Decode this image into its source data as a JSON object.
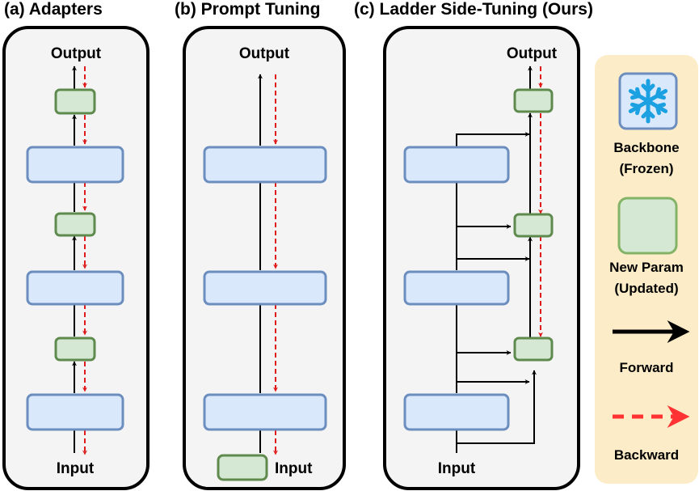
{
  "panels": {
    "adapters": {
      "title": "(a) Adapters",
      "output": "Output",
      "input": "Input"
    },
    "prompt": {
      "title": "(b) Prompt Tuning",
      "output": "Output",
      "input": "Input"
    },
    "ladder": {
      "title": "(c) Ladder Side-Tuning (Ours)",
      "output": "Output",
      "input": "Input"
    }
  },
  "legend": {
    "backbone_line1": "Backbone",
    "backbone_line2": "(Frozen)",
    "newparam_line1": "New Param",
    "newparam_line2": "(Updated)",
    "forward": "Forward",
    "backward": "Backward",
    "snowflake_icon": "snowflake-icon"
  },
  "colors": {
    "panel_bg": "#f4f4f4",
    "legend_bg": "#fdecc8",
    "backbone_fill": "#dae8fc",
    "backbone_stroke": "#6c8ebf",
    "param_fill": "#d5e8d4",
    "param_stroke": "#5f8a4e",
    "forward": "#000000",
    "backward": "#e01b1b",
    "snowflake": "#1ba1e2"
  }
}
